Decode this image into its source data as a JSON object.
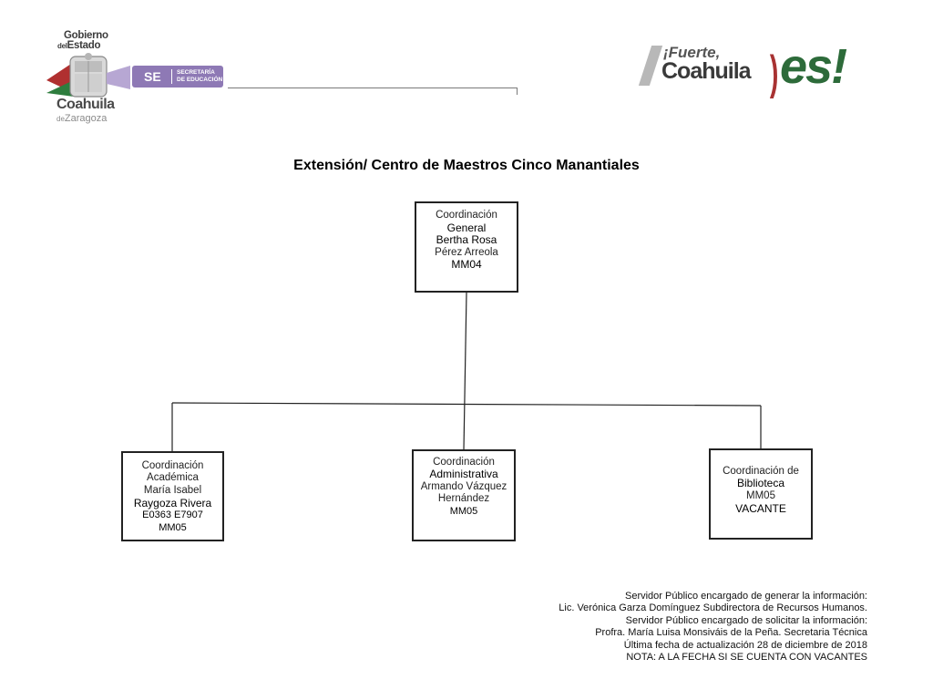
{
  "header": {
    "gov_logo": {
      "line1": "Gobierno",
      "line2_prefix": "del",
      "line2": "Estado",
      "state": "Coahuila",
      "region_prefix": "de",
      "region": "Zaragoza",
      "badge": "SE",
      "badge_sub1": "SECRETARÍA",
      "badge_sub2": "DE EDUCACIÓN"
    },
    "slogan_logo": {
      "fuerte": "¡Fuerte,",
      "state": "Coahuila",
      "es": "es!"
    }
  },
  "title": "Extensión/ Centro de Maestros Cinco  Manantiales",
  "org": {
    "general": [
      "Coordinación",
      "General",
      "Bertha Rosa",
      "Pérez Arreola",
      "MM04"
    ],
    "academica": [
      "Coordinación",
      "Académica",
      "María Isabel",
      "Raygoza Rivera",
      "E0363 E7907",
      "MM05"
    ],
    "administrativa": [
      "Coordinación",
      "Administrativa",
      "Armando Vázquez",
      "Hernández",
      "MM05"
    ],
    "biblioteca": [
      "Coordinación de",
      "Biblioteca",
      "MM05",
      "VACANTE"
    ]
  },
  "footer": [
    "Servidor Público encargado de generar la información:",
    "Lic. Verónica Garza Domínguez Subdirectora de Recursos Humanos.",
    "Servidor Público encargado de solicitar la información:",
    "Profra. María Luisa Monsiváis de la Peña. Secretaria Técnica",
    "Última fecha de actualización 28 de diciembre de 2018",
    "NOTA: A LA FECHA SI SE CUENTA CON VACANTES"
  ]
}
